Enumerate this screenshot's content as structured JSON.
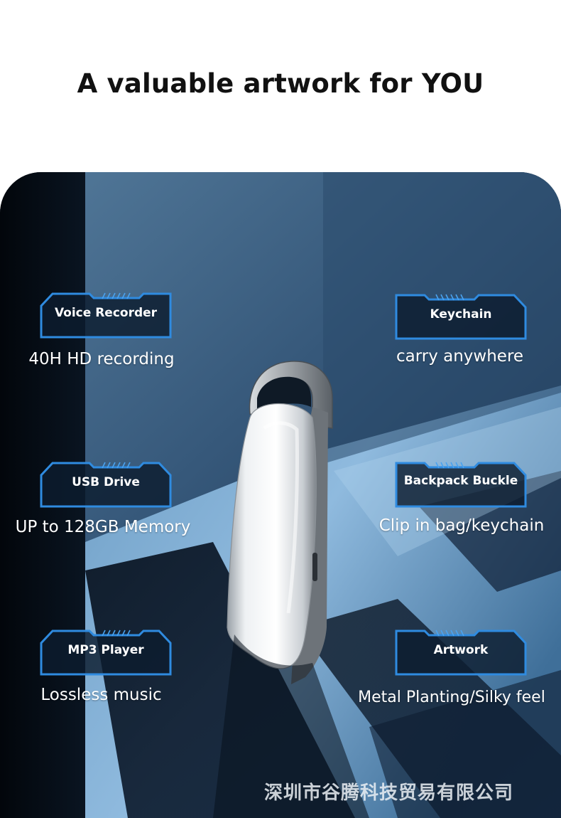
{
  "headline": "A valuable artwork for YOU",
  "colors": {
    "badge_border": "#2f8be0",
    "badge_fill": "#0c1c2e",
    "headline": "#111111",
    "caption": "#ffffff"
  },
  "features": [
    {
      "badge": "Voice Recorder",
      "caption": "40H HD recording"
    },
    {
      "badge": "Keychain",
      "caption": "carry anywhere"
    },
    {
      "badge": "USB Drive",
      "caption": "UP to 128GB Memory"
    },
    {
      "badge": "Backpack Buckle",
      "caption": "Clip in bag/keychain"
    },
    {
      "badge": "MP3 Player",
      "caption": "Lossless music"
    },
    {
      "badge": "Artwork",
      "caption": "Metal Planting/Silky feel"
    }
  ],
  "watermark": "深圳市谷腾科技贸易有限公司"
}
